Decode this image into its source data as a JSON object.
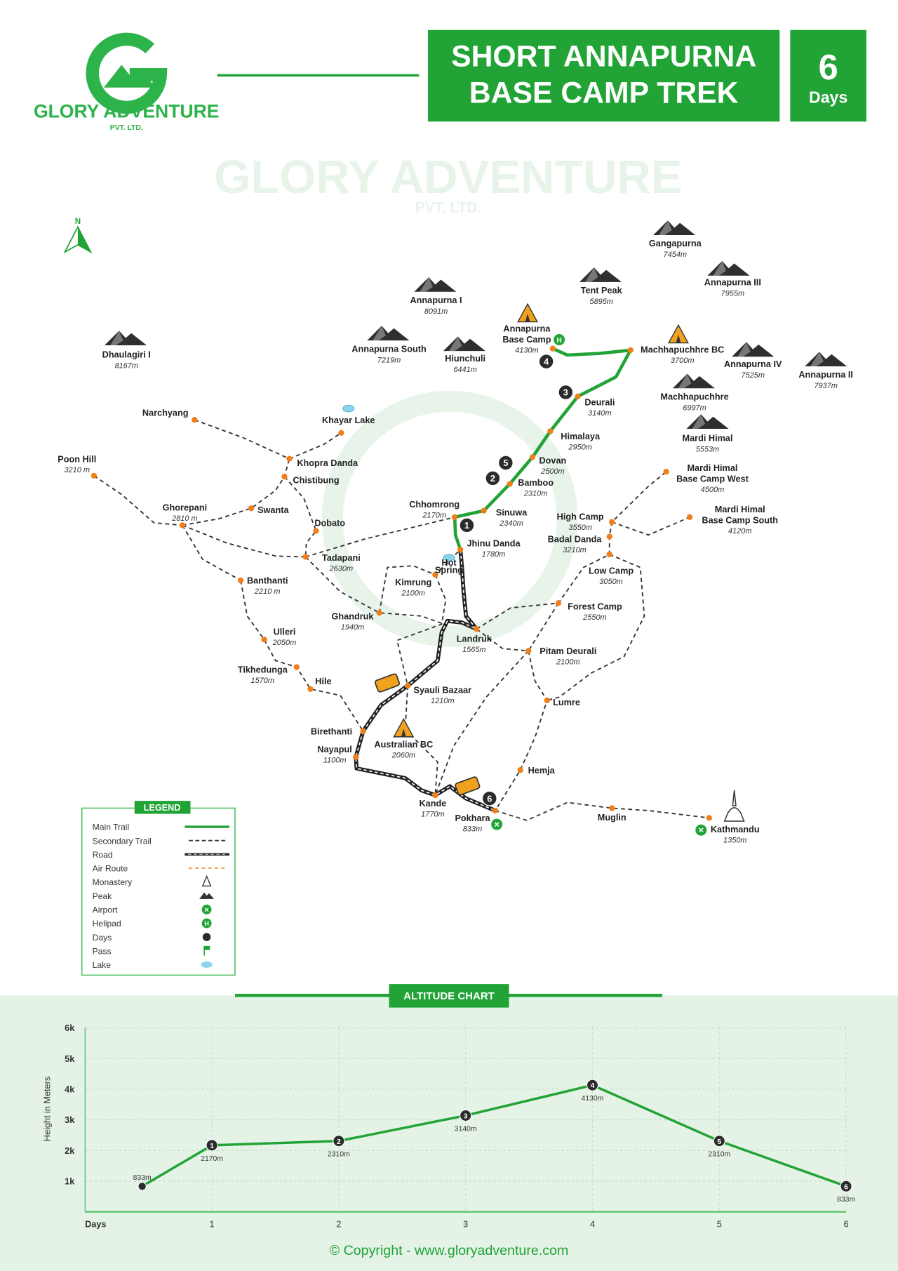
{
  "brand": {
    "name": "GLORY ADVENTURE",
    "sub": "PVT. LTD.",
    "watermark": "GLORY ADVENTURE",
    "watermark_sub": "PVT. LTD."
  },
  "header": {
    "title_line1": "SHORT ANNAPURNA",
    "title_line2": "BASE CAMP TREK",
    "days_number": "6",
    "days_label": "Days"
  },
  "compass": {
    "label": "N"
  },
  "colors": {
    "green": "#21a336",
    "orange": "#ef7f1a",
    "dark": "#2b2b2b",
    "chart_bg": "#e4f3e6"
  },
  "map": {
    "places": [
      {
        "lines": [
          "Poon Hill"
        ],
        "alt": "3210 m"
      },
      {
        "lines": [
          "Narchyang"
        ],
        "alt": ""
      },
      {
        "lines": [
          "Khayar Lake"
        ],
        "alt": ""
      },
      {
        "lines": [
          "Khopra Danda"
        ],
        "alt": ""
      },
      {
        "lines": [
          "Chistibung"
        ],
        "alt": ""
      },
      {
        "lines": [
          "Swanta"
        ],
        "alt": ""
      },
      {
        "lines": [
          "Ghorepani"
        ],
        "alt": "2810 m"
      },
      {
        "lines": [
          "Dobato"
        ],
        "alt": ""
      },
      {
        "lines": [
          "Tadapani"
        ],
        "alt": "2630m"
      },
      {
        "lines": [
          "Banthanti"
        ],
        "alt": "2210 m"
      },
      {
        "lines": [
          "Ulleri"
        ],
        "alt": "2050m"
      },
      {
        "lines": [
          "Tikhedunga"
        ],
        "alt": "1570m"
      },
      {
        "lines": [
          "Hile"
        ],
        "alt": ""
      },
      {
        "lines": [
          "Birethanti"
        ],
        "alt": ""
      },
      {
        "lines": [
          "Nayapul"
        ],
        "alt": "1100m"
      },
      {
        "lines": [
          "Australian BC"
        ],
        "alt": "2060m"
      },
      {
        "lines": [
          "Kande"
        ],
        "alt": "1770m"
      },
      {
        "lines": [
          "Pokhara"
        ],
        "alt": "833m"
      },
      {
        "lines": [
          "Muglin"
        ],
        "alt": ""
      },
      {
        "lines": [
          "Kathmandu"
        ],
        "alt": "1350m"
      },
      {
        "lines": [
          "Hemja"
        ],
        "alt": ""
      },
      {
        "lines": [
          "Lumre"
        ],
        "alt": ""
      },
      {
        "lines": [
          "Syauli Bazaar"
        ],
        "alt": "1210m"
      },
      {
        "lines": [
          "Pitam Deurali"
        ],
        "alt": "2100m"
      },
      {
        "lines": [
          "Landruk"
        ],
        "alt": "1565m"
      },
      {
        "lines": [
          "Forest Camp"
        ],
        "alt": "2550m"
      },
      {
        "lines": [
          "Low Camp"
        ],
        "alt": "3050m"
      },
      {
        "lines": [
          "Badal Danda"
        ],
        "alt": "3210m"
      },
      {
        "lines": [
          "High Camp"
        ],
        "alt": "3550m"
      },
      {
        "lines": [
          "Mardi Himal",
          "Base Camp West"
        ],
        "alt": "4500m"
      },
      {
        "lines": [
          "Mardi Himal",
          "Base Camp South"
        ],
        "alt": "4120m"
      },
      {
        "lines": [
          "Kimrung"
        ],
        "alt": "2100m"
      },
      {
        "lines": [
          "Hot",
          "Spring"
        ],
        "alt": ""
      },
      {
        "lines": [
          "Ghandruk"
        ],
        "alt": "1940m"
      },
      {
        "lines": [
          "Jhinu Danda"
        ],
        "alt": "1780m"
      },
      {
        "lines": [
          "Chhomrong"
        ],
        "alt": "2170m"
      },
      {
        "lines": [
          "Sinuwa"
        ],
        "alt": "2340m"
      },
      {
        "lines": [
          "Bamboo"
        ],
        "alt": "2310m"
      },
      {
        "lines": [
          "Dovan"
        ],
        "alt": "2500m"
      },
      {
        "lines": [
          "Himalaya"
        ],
        "alt": "2950m"
      },
      {
        "lines": [
          "Deurali"
        ],
        "alt": "3140m"
      },
      {
        "lines": [
          "Annapurna",
          "Base Camp"
        ],
        "alt": "4130m"
      },
      {
        "lines": [
          "Machhapuchhre BC"
        ],
        "alt": "3700m"
      }
    ],
    "peaks": [
      {
        "name": "Gangapurna",
        "alt": "7454m"
      },
      {
        "name": "Annapurna III",
        "alt": "7955m"
      },
      {
        "name": "Tent Peak",
        "alt": "5895m"
      },
      {
        "name": "Annapurna I",
        "alt": "8091m"
      },
      {
        "name": "Annapurna South",
        "alt": "7219m"
      },
      {
        "name": "Hiunchuli",
        "alt": "6441m"
      },
      {
        "name": "Dhaulagiri I",
        "alt": "8167m"
      },
      {
        "name": "Annapurna IV",
        "alt": "7525m"
      },
      {
        "name": "Annapurna II",
        "alt": "7937m"
      },
      {
        "name": "Machhapuchhre",
        "alt": "6997m"
      },
      {
        "name": "Mardi Himal",
        "alt": "5553m"
      }
    ],
    "day_markers": [
      "1",
      "2",
      "3",
      "4",
      "5",
      "6"
    ]
  },
  "legend": {
    "title": "LEGEND",
    "items": [
      {
        "label": "Main Trail",
        "icon": "main-trail-line"
      },
      {
        "label": "Secondary Trail",
        "icon": "secondary-trail-line"
      },
      {
        "label": "Road",
        "icon": "road-line"
      },
      {
        "label": "Air Route",
        "icon": "air-route-line"
      },
      {
        "label": "Monastery",
        "icon": "monastery-icon"
      },
      {
        "label": "Peak",
        "icon": "peak-icon"
      },
      {
        "label": "Airport",
        "icon": "airport-icon"
      },
      {
        "label": "Helipad",
        "icon": "helipad-icon"
      },
      {
        "label": "Days",
        "icon": "day-dot-icon"
      },
      {
        "label": "Pass",
        "icon": "flag-icon"
      },
      {
        "label": "Lake",
        "icon": "lake-icon"
      }
    ]
  },
  "chart_data": {
    "type": "line",
    "title": "ALTITUDE CHART",
    "xlabel": "Days",
    "ylabel": "Height in Meters",
    "x_ticks": [
      "1",
      "2",
      "3",
      "4",
      "5",
      "6"
    ],
    "y_ticks": [
      "1k",
      "2k",
      "3k",
      "4k",
      "5k",
      "6k"
    ],
    "ylim": [
      0,
      6000
    ],
    "xlim": [
      0,
      6
    ],
    "grid": true,
    "points": [
      {
        "x": 0.45,
        "y": 833,
        "marker": "",
        "label": "833m"
      },
      {
        "x": 1,
        "y": 2170,
        "marker": "1",
        "label": "2170m"
      },
      {
        "x": 2,
        "y": 2310,
        "marker": "2",
        "label": "2310m"
      },
      {
        "x": 3,
        "y": 3140,
        "marker": "3",
        "label": "3140m"
      },
      {
        "x": 4,
        "y": 4130,
        "marker": "4",
        "label": "4130m"
      },
      {
        "x": 5,
        "y": 2310,
        "marker": "5",
        "label": "2310m"
      },
      {
        "x": 6,
        "y": 833,
        "marker": "6",
        "label": "833m"
      }
    ]
  },
  "footer": {
    "copyright": "© Copyright - www.gloryadventure.com"
  }
}
